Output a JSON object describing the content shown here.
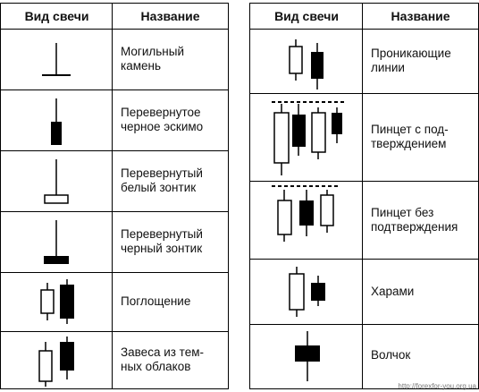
{
  "header": {
    "col_view": "Вид свечи",
    "col_name": "Название"
  },
  "left_rows": [
    {
      "name": "Могильный\nкамень",
      "icon": "gravestone-doji-icon"
    },
    {
      "name": "Перевернутое\nчерное эскимо",
      "icon": "inverted-black-hammer-icon"
    },
    {
      "name": "Перевернутый\nбелый зонтик",
      "icon": "inverted-white-hammer-icon"
    },
    {
      "name": "Перевернутый\nчерный зонтик",
      "icon": "inverted-black-umbrella-icon"
    },
    {
      "name": "Поглощение",
      "icon": "engulfing-pattern-icon"
    },
    {
      "name": "Завеса из тем-\nных облаков",
      "icon": "dark-cloud-cover-icon"
    }
  ],
  "right_rows": [
    {
      "name": "Проникающие\nлинии",
      "icon": "piercing-line-icon"
    },
    {
      "name": "Пинцет с под-\nтверждением",
      "icon": "tweezers-confirmed-icon"
    },
    {
      "name": "Пинцет без\nподтверждения",
      "icon": "tweezers-unconfirmed-icon"
    },
    {
      "name": "Харами",
      "icon": "harami-icon"
    },
    {
      "name": "Волчок",
      "icon": "spinning-top-icon"
    }
  ],
  "footer": {
    "watermark": "http://forexfor-you.org.ua"
  },
  "colors": {
    "line": "#000000",
    "fill_black": "#000000",
    "fill_white": "#ffffff"
  }
}
